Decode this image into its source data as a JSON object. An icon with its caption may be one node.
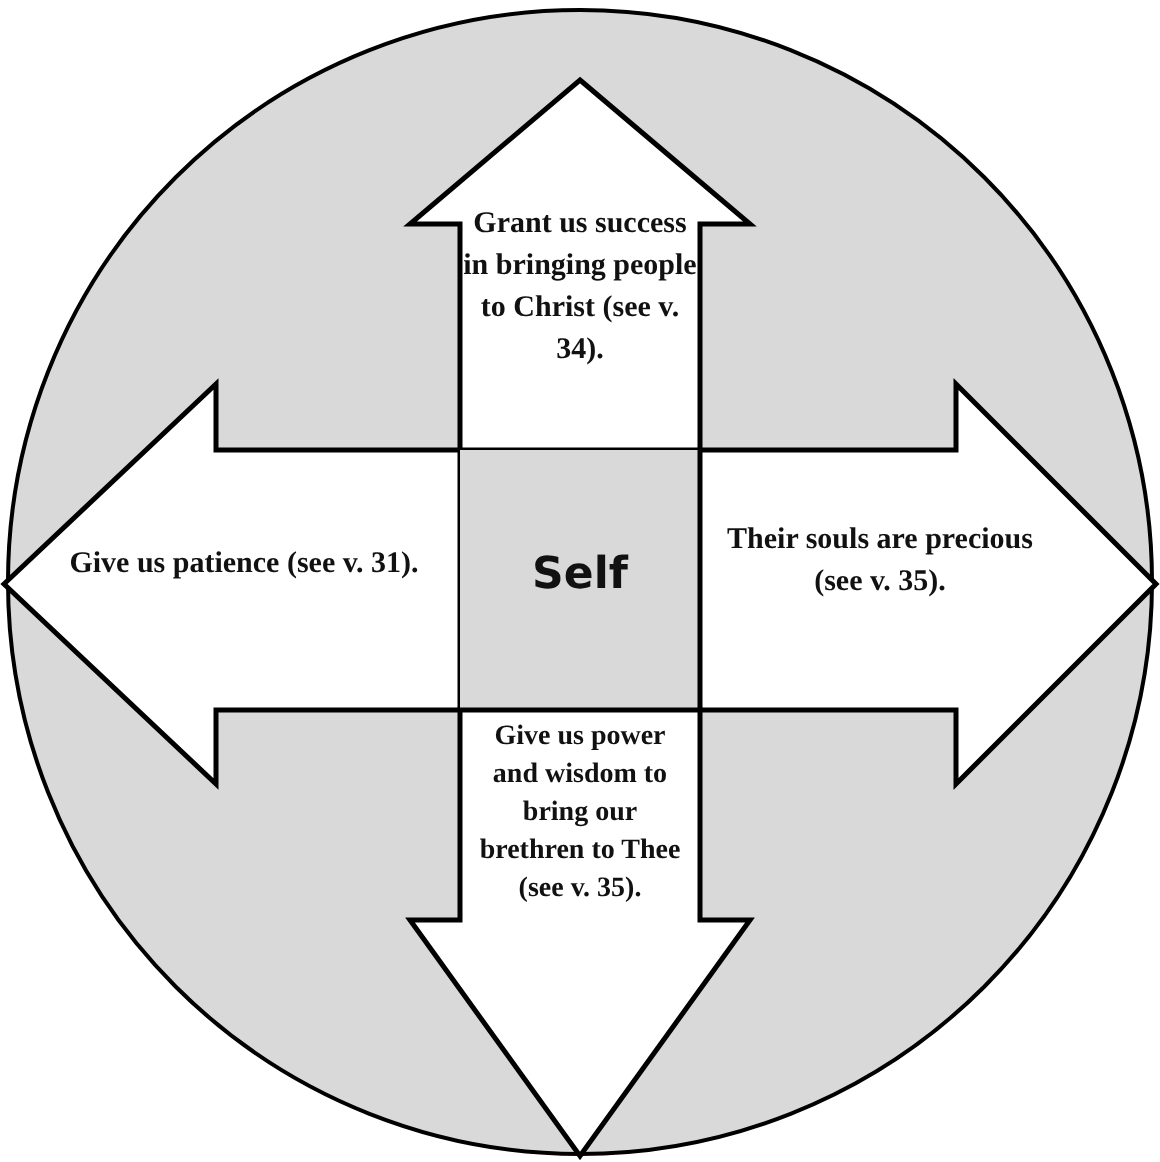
{
  "diagram": {
    "nodes": [
      {
        "text": [
          "Grant us success in bringing people to Christ (see v. 34)."
        ]
      },
      {
        "text": [
          "Give us patience (see v. 31)."
        ]
      },
      {
        "text": [
          "Self"
        ]
      },
      {
        "text": [
          "Their souls are precious (see v. 35)."
        ]
      },
      {
        "text": [
          "Give us power and wisdom to bring our brethren to Thee (see v. 35)."
        ]
      }
    ]
  }
}
